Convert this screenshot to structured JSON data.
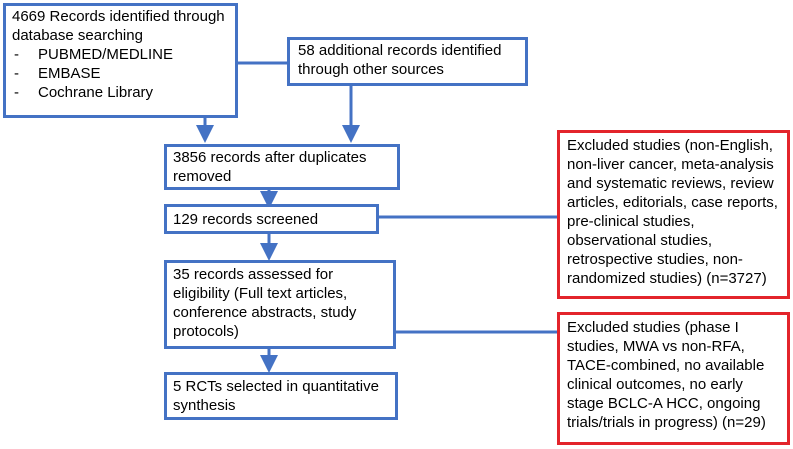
{
  "db_search": {
    "heading": "4669 Records identified through database searching",
    "sources": [
      "PUBMED/MEDLINE",
      "EMBASE",
      "Cochrane Library"
    ]
  },
  "other_sources": {
    "text": "58 additional records identified through other sources"
  },
  "duplicates_removed": {
    "text": "3856 records after duplicates removed"
  },
  "screened": {
    "text": "129 records screened"
  },
  "eligibility": {
    "text": "35 records assessed for eligibility (Full text articles, conference abstracts, study protocols)"
  },
  "included": {
    "text": "5 RCTs selected in quantitative synthesis"
  },
  "excluded_screening": {
    "text": "Excluded studies (non-English, non-liver cancer, meta-analysis and systematic reviews, review articles, editorials, case reports, pre-clinical studies, observational studies, retrospective studies, non-randomized studies) (n=3727)"
  },
  "excluded_eligibility": {
    "text": "Excluded studies (phase I studies, MWA vs non-RFA, TACE-combined, no available clinical outcomes, no early stage BCLC-A HCC, ongoing trials/trials in progress) (n=29)"
  },
  "colors": {
    "flow_border": "#4472c4",
    "excluded_border": "#e3242b"
  }
}
